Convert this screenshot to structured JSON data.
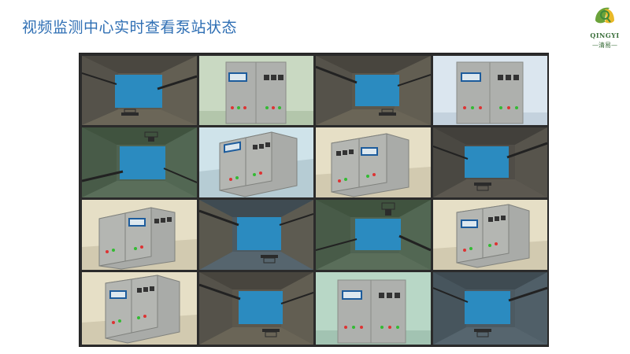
{
  "header": {
    "title": "视频监测中心实时查看泵站状态"
  },
  "logo": {
    "name_en": "QINGYI",
    "name_cn": "—清易—"
  },
  "video_wall": {
    "rows": 4,
    "cols": 4,
    "cells": [
      {
        "scene": "pit-dark"
      },
      {
        "scene": "cabinet-front-green"
      },
      {
        "scene": "pit-dark"
      },
      {
        "scene": "cabinet-front-blue"
      },
      {
        "scene": "pit-green"
      },
      {
        "scene": "cabinet-angle-cyan"
      },
      {
        "scene": "cabinet-angle-beige"
      },
      {
        "scene": "pit-dark-alt"
      },
      {
        "scene": "cabinet-angle-beige-2"
      },
      {
        "scene": "pit-navy"
      },
      {
        "scene": "pit-green-2"
      },
      {
        "scene": "cabinet-angle-beige-3"
      },
      {
        "scene": "cabinet-angle-beige-4"
      },
      {
        "scene": "pit-dark-3"
      },
      {
        "scene": "cabinet-front-mint"
      },
      {
        "scene": "pit-navy-2"
      }
    ]
  }
}
